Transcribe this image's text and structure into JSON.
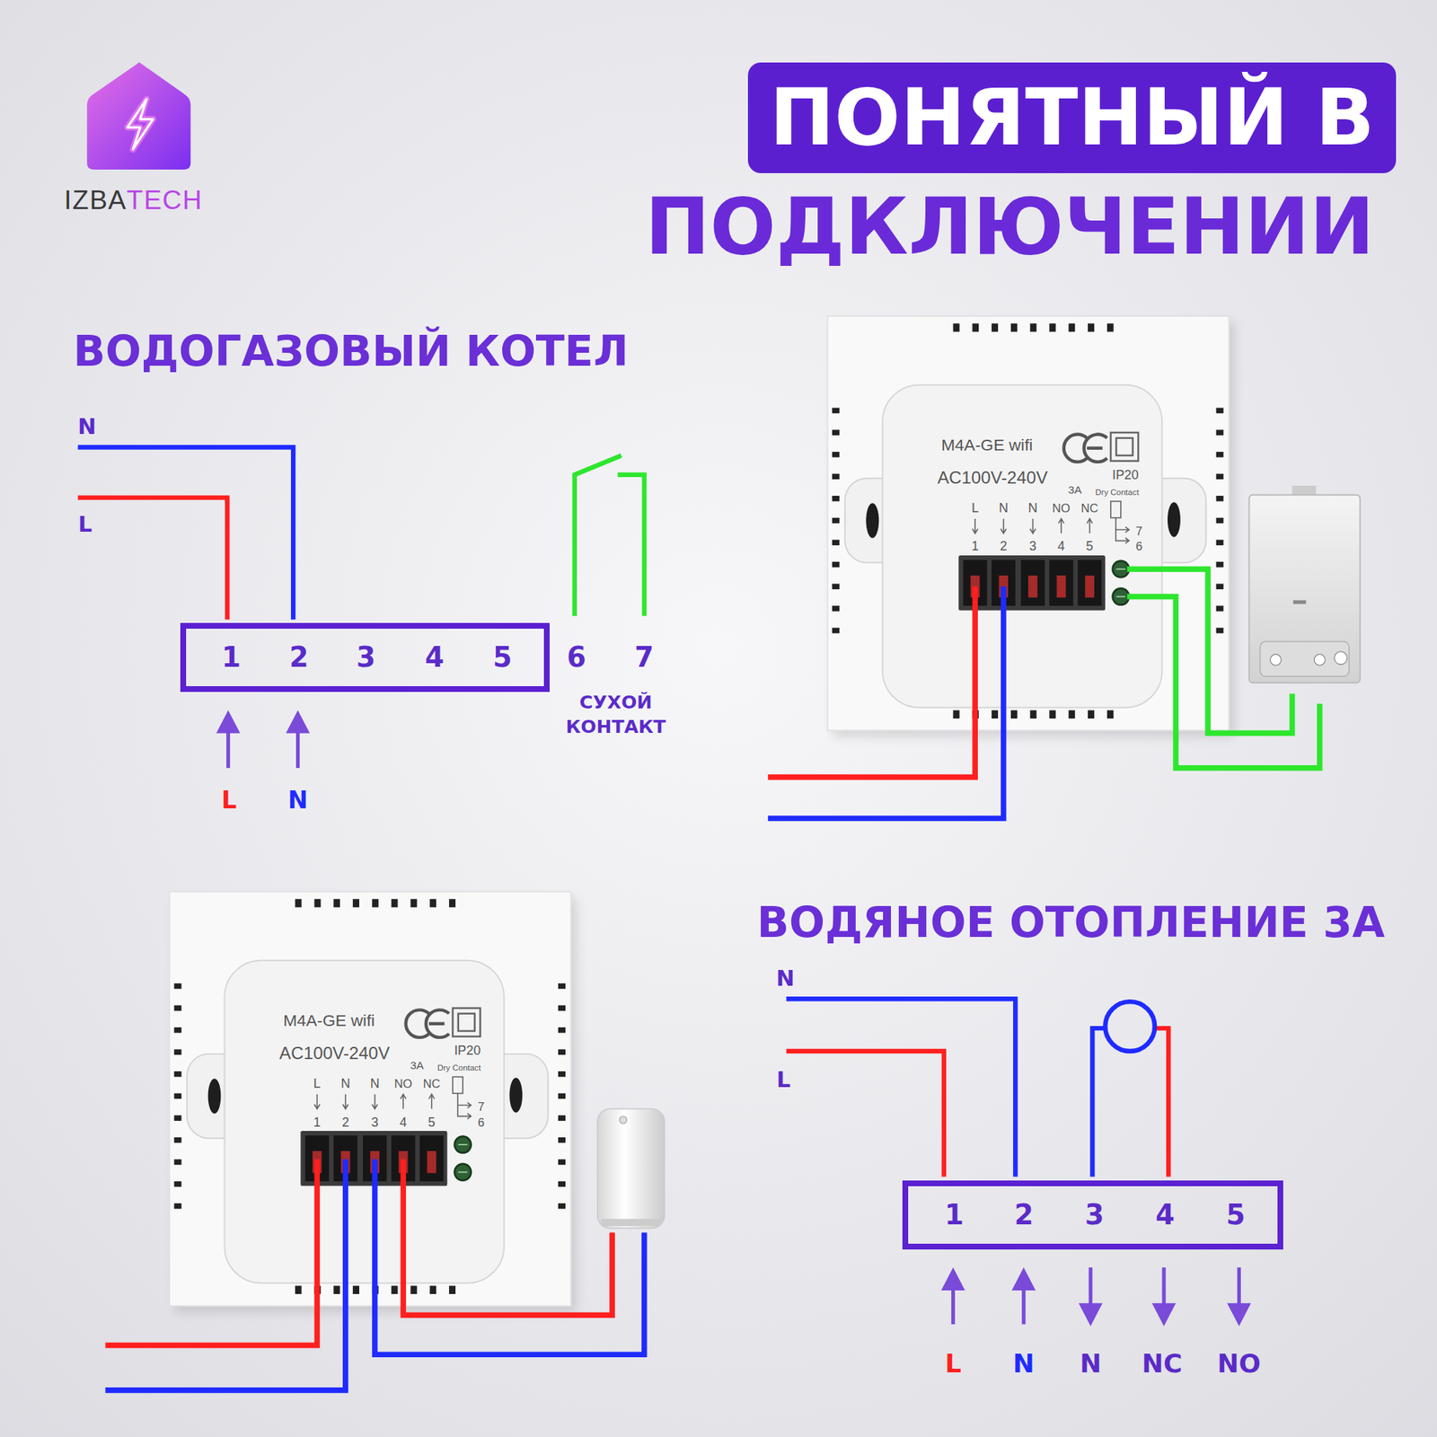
{
  "diagram": {
    "title": "ПОНЯТНЫЙ В ПОДКЛЮЧЕНИИ",
    "nodes": [
      {
        "text": [
          "1",
          "2",
          "3",
          "4",
          "5"
        ]
      },
      {
        "text": [
          "1",
          "2",
          "3",
          "4",
          "5"
        ]
      }
    ],
    "labels": [
      "IZBA",
      "TECH",
      "ВОДОГАЗОВЫЙ КОТЕЛ",
      "N",
      "L",
      "6",
      "7",
      "СУХОЙ КОНТАКТ",
      "L",
      "N",
      "M4A-GE wifi",
      "AC100V-240V",
      "IP20",
      "3A",
      "Dry Contact",
      "L",
      "N",
      "N",
      "NO",
      "NC",
      "1",
      "2",
      "3",
      "4",
      "5",
      "7",
      "6",
      "M4A-GE wifi",
      "AC100V-240V",
      "IP20",
      "3A",
      "Dry Contact",
      "L",
      "N",
      "N",
      "NO",
      "NC",
      "1",
      "2",
      "3",
      "4",
      "5",
      "7",
      "6",
      "ВОДЯНОЕ ОТОПЛЕНИЕ 3А",
      "N",
      "L",
      "L",
      "N",
      "N",
      "NC",
      "NO"
    ]
  }
}
